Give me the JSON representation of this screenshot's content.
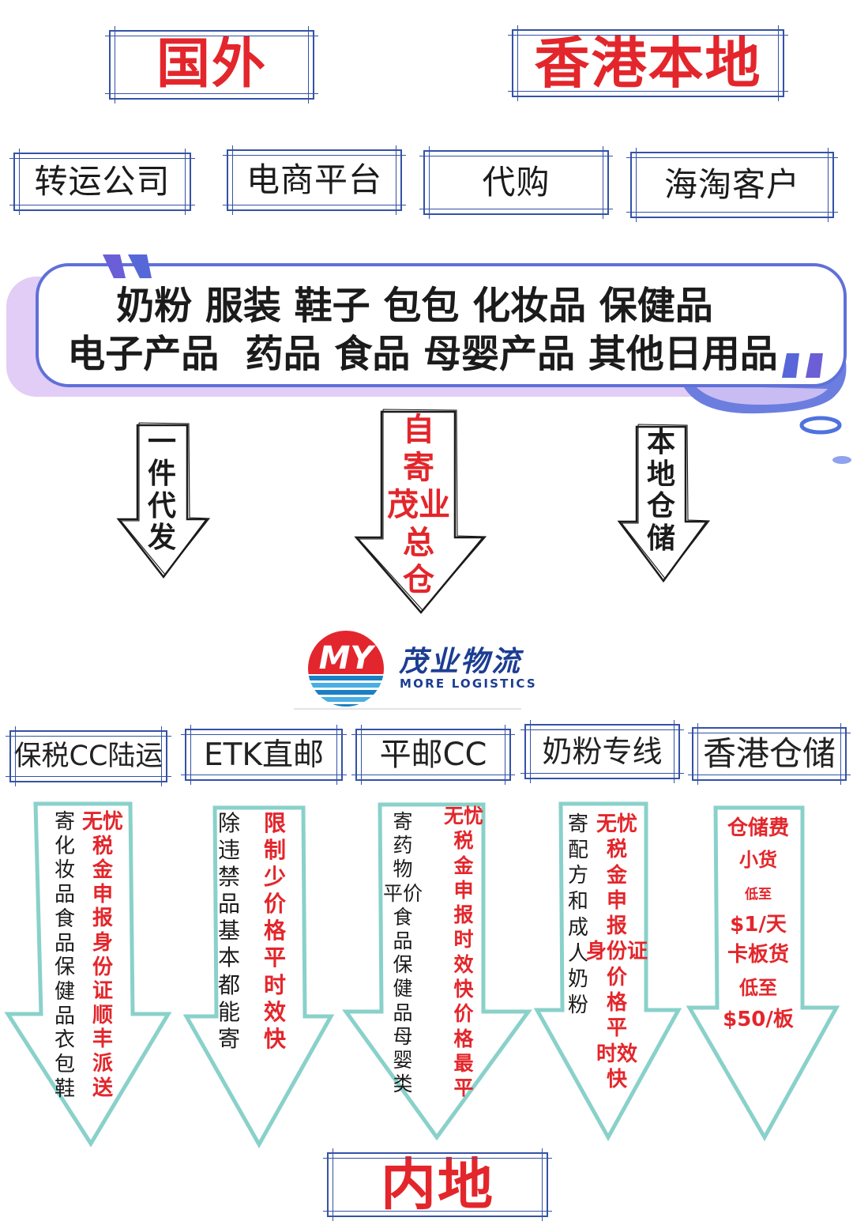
{
  "colors": {
    "accent_red": "#e3262b",
    "frame_blue": "#3452a6",
    "arrow_teal": "#89d1ca",
    "bubble_border": "#5f70d8",
    "bubble_shadow": "#e2cdf6",
    "logo_blue": "#1c3d92"
  },
  "origins": {
    "foreign": "国外",
    "hong_kong_local": "香港本地"
  },
  "customer_types": [
    "转运公司",
    "电商平台",
    "代购",
    "海淘客户"
  ],
  "goods": {
    "line1": "奶粉 服装 鞋子 包包 化妆品 保健品",
    "line2": "电子产品  药品 食品 母婴产品 其他日用品"
  },
  "intake_routes": [
    {
      "lines": [
        "一",
        "件",
        "代",
        "发"
      ]
    },
    {
      "lines": [
        "自",
        "寄",
        "茂业",
        "总",
        "仓"
      ]
    },
    {
      "lines": [
        "本",
        "地",
        "仓",
        "储"
      ]
    }
  ],
  "logo": {
    "mark": "MY",
    "name_cn": "茂业物流",
    "name_en": "MORE LOGISTICS"
  },
  "services": [
    {
      "name": "保税CC陆运",
      "items": [
        "寄",
        "化",
        "妆",
        "品",
        "食",
        "品",
        "保",
        "健",
        "品",
        "衣",
        "包",
        "鞋"
      ],
      "benefits": [
        "无忧",
        "税",
        "金",
        "申",
        "报",
        "身",
        "份",
        "证",
        "顺",
        "丰",
        "派",
        "送"
      ]
    },
    {
      "name": "ETK直邮",
      "items": [
        "除",
        "违",
        "禁",
        "品",
        "基",
        "本",
        "都",
        "能",
        "寄"
      ],
      "benefits": [
        "限",
        "制",
        "少",
        "价",
        "格",
        "平",
        "时",
        "效",
        "快"
      ]
    },
    {
      "name": "平邮CC",
      "items": [
        "寄",
        "药",
        "物",
        "平价",
        "食",
        "品",
        "保",
        "健",
        "品",
        "母",
        "婴",
        "类"
      ],
      "benefits": [
        "无忧",
        "税",
        "金",
        "申",
        "报",
        "时",
        "效",
        "快",
        "价",
        "格",
        "最",
        "平"
      ]
    },
    {
      "name": "奶粉专线",
      "items": [
        "寄",
        "配",
        "方",
        "和",
        "成",
        "人",
        "奶",
        "粉"
      ],
      "benefits": [
        "无忧",
        "税",
        "金",
        "申",
        "报",
        "身份证",
        "价",
        "格",
        "平",
        "时效",
        "快"
      ]
    },
    {
      "name": "香港仓储",
      "benefits": [
        "仓储费",
        "小货",
        "低至",
        "$1/天",
        "卡板货",
        "低至",
        "$50/板"
      ]
    }
  ],
  "destination": "内地"
}
